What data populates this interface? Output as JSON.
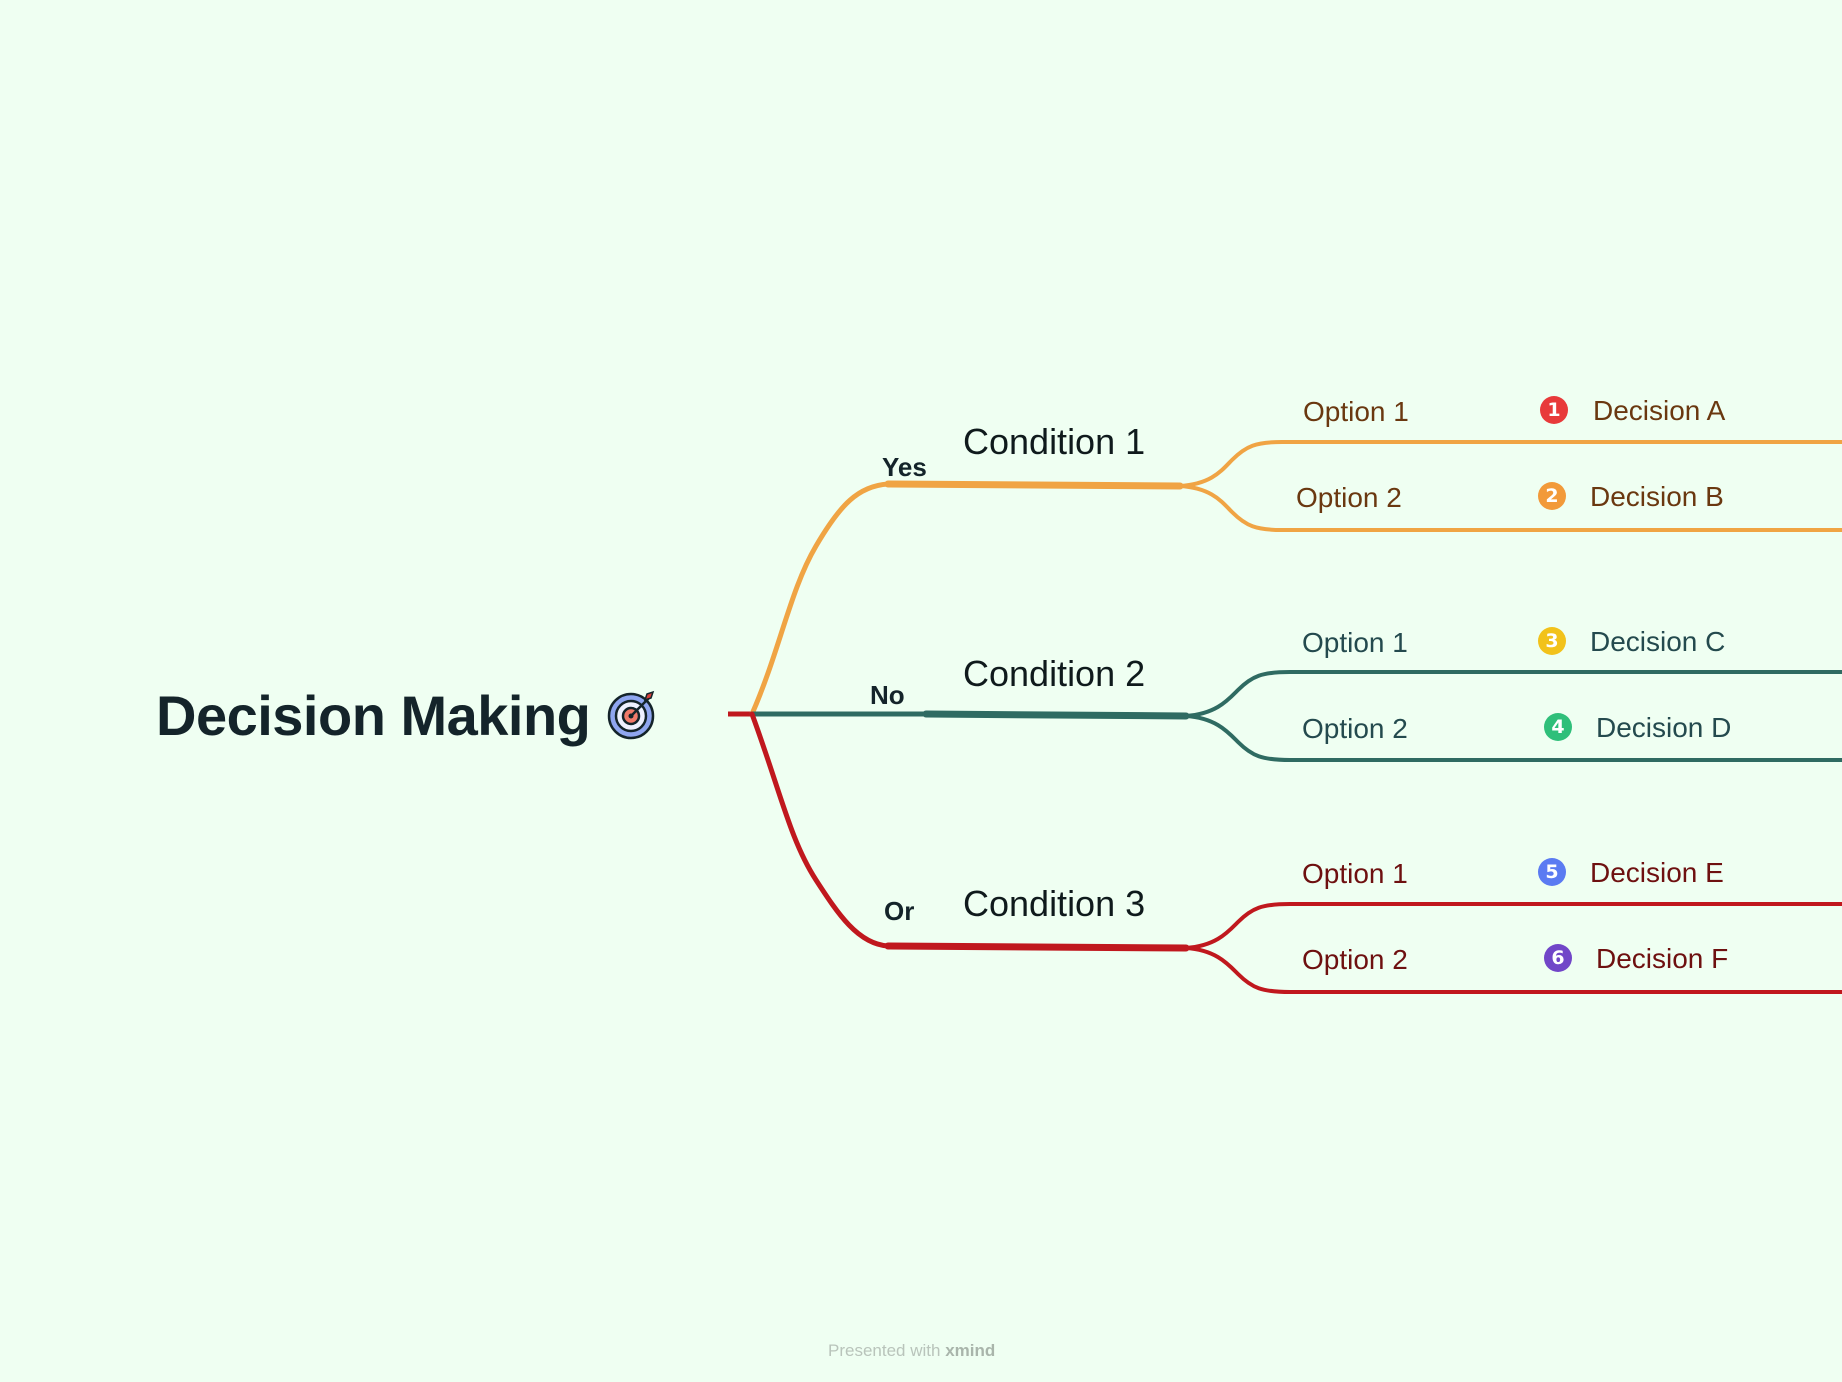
{
  "title": "Decision Making",
  "root_icon": "target-icon",
  "colors": {
    "background": "#effff2",
    "branch_1": "#f0a444",
    "branch_2": "#2f6b62",
    "branch_3": "#c0181e",
    "text_branch_1": "#6a3810",
    "text_branch_2": "#244a4e",
    "text_branch_3": "#6e1010"
  },
  "branches": [
    {
      "edge_label": "Yes",
      "condition": "Condition 1",
      "options": [
        {
          "label": "Option 1",
          "badge": "1",
          "badge_color": "#e83a3a",
          "decision": "Decision A"
        },
        {
          "label": "Option 2",
          "badge": "2",
          "badge_color": "#f29a3a",
          "decision": "Decision B"
        }
      ]
    },
    {
      "edge_label": "No",
      "condition": "Condition 2",
      "options": [
        {
          "label": "Option 1",
          "badge": "3",
          "badge_color": "#f2c21b",
          "decision": "Decision C"
        },
        {
          "label": "Option 2",
          "badge": "4",
          "badge_color": "#2fbf7a",
          "decision": "Decision D"
        }
      ]
    },
    {
      "edge_label": "Or",
      "condition": "Condition 3",
      "options": [
        {
          "label": "Option 1",
          "badge": "5",
          "badge_color": "#5b7bf2",
          "decision": "Decision E"
        },
        {
          "label": "Option 2",
          "badge": "6",
          "badge_color": "#7146c8",
          "decision": "Decision F"
        }
      ]
    }
  ],
  "footer": {
    "prefix": "Presented with",
    "brand": "xmind"
  }
}
